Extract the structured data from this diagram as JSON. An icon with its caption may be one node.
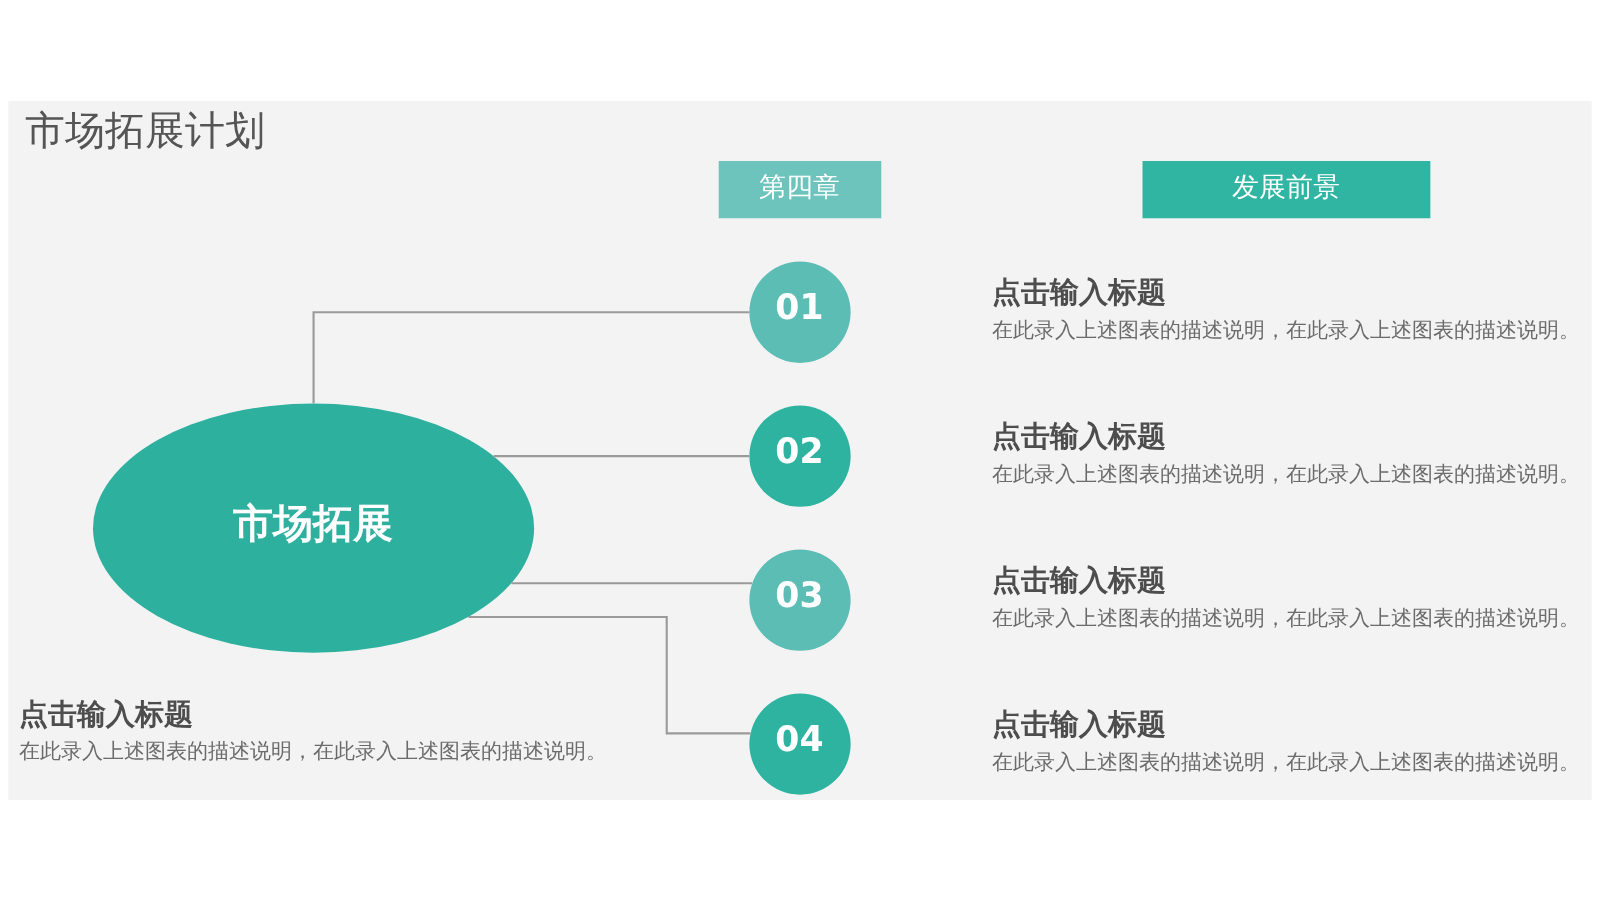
{
  "diagram": {
    "title": "市场拓展计划",
    "nodes": [
      {
        "text": [
          "第四章"
        ]
      },
      {
        "text": [
          "发展前景"
        ]
      },
      {
        "text": [
          "市场拓展"
        ],
        "beside": [
          "点击输入标题",
          "在此录入上述图表的描述说明，在此录入上述图表的描述说明。"
        ]
      },
      {
        "text": [
          "01"
        ],
        "beside": [
          "点击输入标题",
          "在此录入上述图表的描述说明，在此录入上述图表的描述说明。"
        ]
      },
      {
        "text": [
          "02"
        ],
        "beside": [
          "点击输入标题",
          "在此录入上述图表的描述说明，在此录入上述图表的描述说明。"
        ]
      },
      {
        "text": [
          "03"
        ],
        "beside": [
          "点击输入标题",
          "在此录入上述图表的描述说明，在此录入上述图表的描述说明。"
        ]
      },
      {
        "text": [
          "04"
        ],
        "beside": [
          "点击输入标题",
          "在此录入上述图表的描述说明，在此录入上述图表的描述说明。"
        ]
      }
    ],
    "edges": [
      {
        "from": 2,
        "to": 3,
        "arrow": "none"
      },
      {
        "from": 2,
        "to": 4,
        "arrow": "none"
      },
      {
        "from": 2,
        "to": 5,
        "arrow": "none"
      },
      {
        "from": 2,
        "to": 6,
        "arrow": "none"
      }
    ]
  }
}
